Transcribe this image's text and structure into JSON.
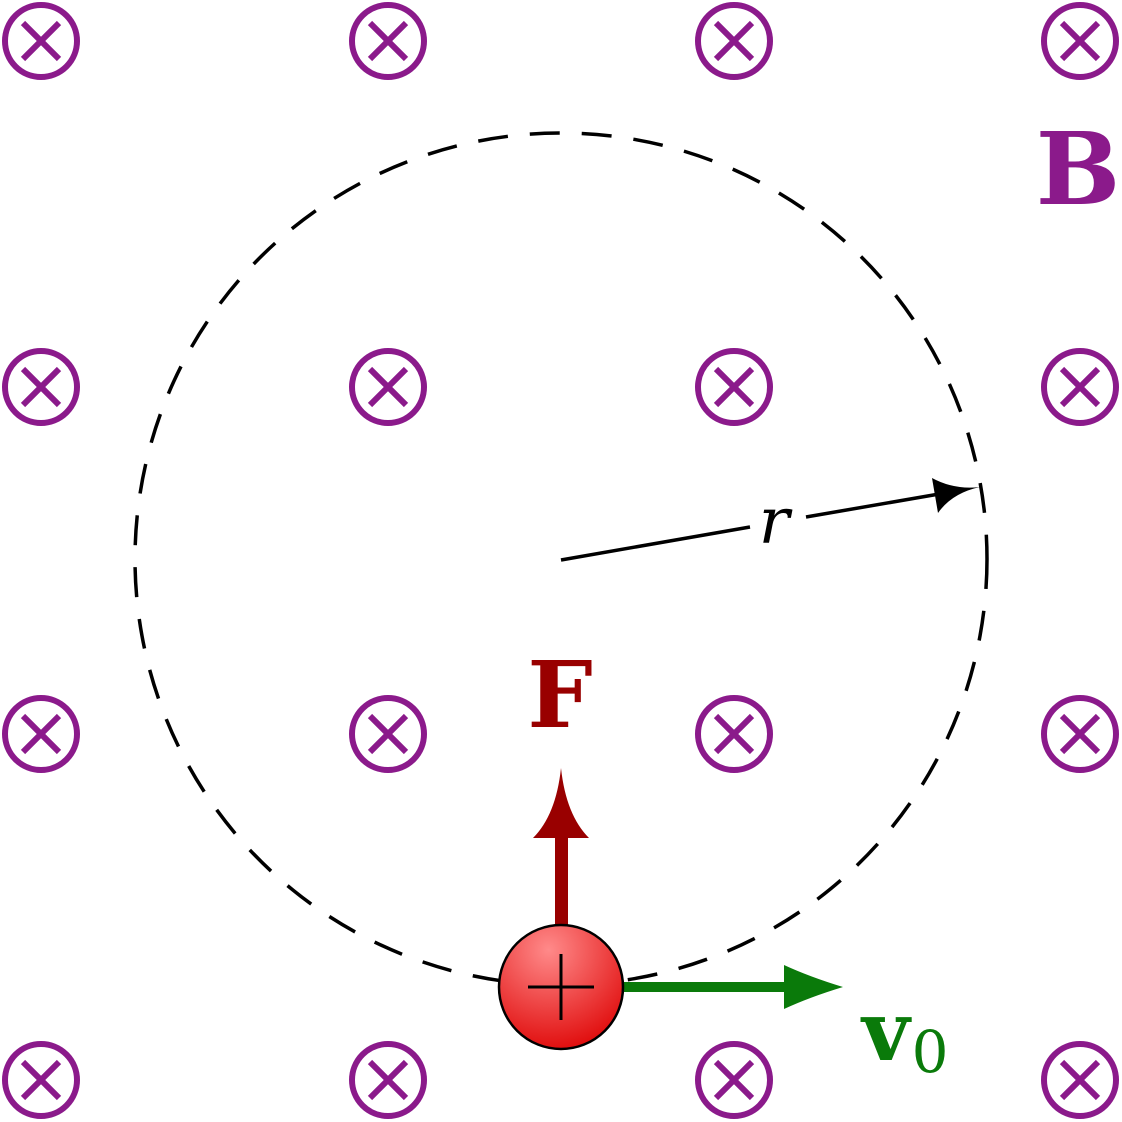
{
  "labels": {
    "field": "B",
    "force": "F",
    "radius": "r",
    "velocity": "v",
    "velocity_subscript": "0",
    "charge_sign": "+"
  },
  "colors": {
    "field": "#8b1a8b",
    "force": "#990000",
    "velocity": "#0a7a0a",
    "path": "#000000",
    "charge_light": "#ff8080",
    "charge_dark": "#dd0000"
  },
  "icons": {
    "field_marker": "circled-cross-into-page-icon",
    "charge": "positive-charge-icon"
  },
  "field_grid": {
    "rows": 4,
    "cols": 4
  }
}
